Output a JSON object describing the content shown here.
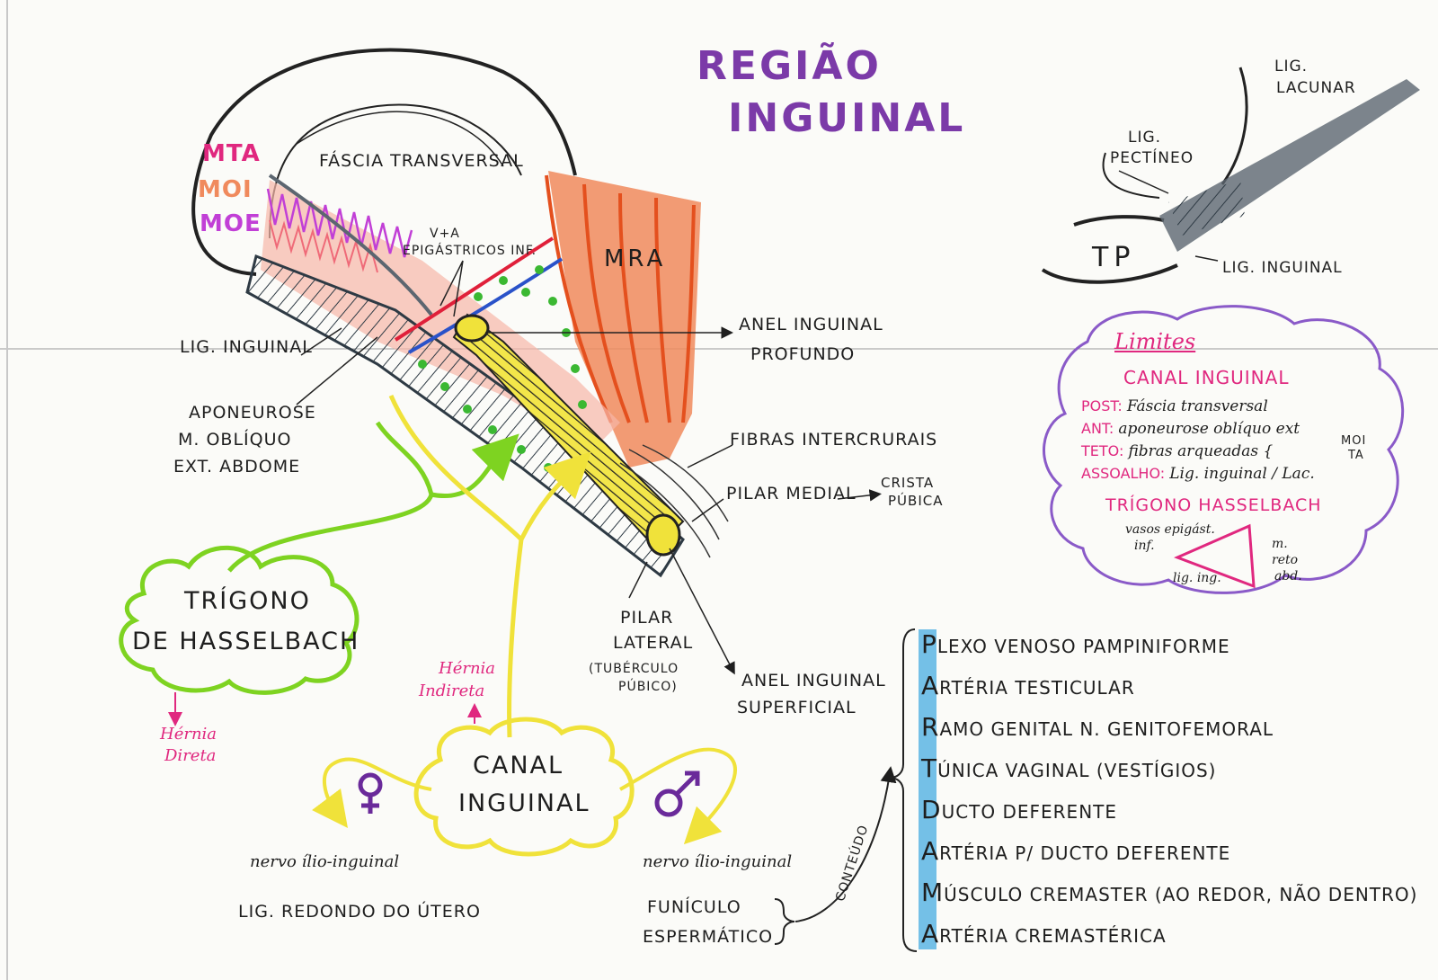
{
  "title": {
    "line1": "REGIÃO",
    "line2": "INGUINAL"
  },
  "muscles": {
    "mta": "MTA",
    "moi": "MOI",
    "moe": "MOE",
    "mra": "MRA"
  },
  "labels": {
    "fascia_transversal": "FÁSCIA TRANSVERSAL",
    "vasos_epigastricos_1": "V+A",
    "vasos_epigastricos_2": "EPIGÁSTRICOS INF.",
    "lig_inguinal": "LIG. INGUINAL",
    "aponeurose_1": "APONEUROSE",
    "aponeurose_2": "M. OBLÍQUO",
    "aponeurose_3": "EXT. ABDOME",
    "anel_profundo_1": "ANEL INGUINAL",
    "anel_profundo_2": "PROFUNDO",
    "fibras_intercrurais": "FIBRAS INTERCRURAIS",
    "pilar_medial": "PILAR MEDIAL",
    "crista_1": "CRISTA",
    "crista_2": "PÚBICA",
    "pilar_lateral_1": "PILAR",
    "pilar_lateral_2": "LATERAL",
    "tuberculo_1": "(TUBÉRCULO",
    "tuberculo_2": "PÚBICO)",
    "anel_superficial_1": "ANEL INGUINAL",
    "anel_superficial_2": "SUPERFICIAL"
  },
  "inset": {
    "lig_lacunar_1": "LIG.",
    "lig_lacunar_2": "LACUNAR",
    "lig_pectineo_1": "LIG.",
    "lig_pectineo_2": "PECTÍNEO",
    "tp": "TP",
    "lig_inguinal": "LIG. INGUINAL"
  },
  "limites": {
    "heading": "Limites",
    "subheading": "CANAL INGUINAL",
    "rows": [
      {
        "key": "POST:",
        "value": "Fáscia transversal"
      },
      {
        "key": "ANT:",
        "value": "aponeurose oblíquo ext"
      },
      {
        "key": "TETO:",
        "value": "fibras arqueadas {"
      },
      {
        "key": "ASSOALHO:",
        "value": "Lig. inguinal / Lac."
      }
    ],
    "teto_extra": {
      "moi": "MOI",
      "ta": "TA"
    },
    "trigono_heading": "TRÍGONO HASSELBACH",
    "tri_vasos_1": "vasos epigást.",
    "tri_vasos_2": "inf.",
    "tri_mreto_1": "m.",
    "tri_mreto_2": "reto",
    "tri_mreto_3": "abd.",
    "tri_lig": "lig. ing."
  },
  "trigono": {
    "line1": "TRÍGONO",
    "line2": "DE HASSELBACH",
    "hernia_1": "Hérnia",
    "hernia_2": "Direta"
  },
  "canal": {
    "line1": "CANAL",
    "line2": "INGUINAL",
    "hernia_1": "Hérnia",
    "hernia_2": "Indireta",
    "female_content_1": "nervo ílio-inguinal",
    "female_content_2": "LIG. REDONDO DO ÚTERO",
    "male_content_1": "nervo ílio-inguinal",
    "male_content_2": "FUNÍCULO",
    "male_content_3": "ESPERMÁTICO",
    "conteudo": "CONTEÚDO"
  },
  "contents": [
    {
      "initial": "P",
      "rest": "LEXO VENOSO PAMPINIFORME"
    },
    {
      "initial": "A",
      "rest": "RTÉRIA TESTICULAR"
    },
    {
      "initial": "R",
      "rest": "AMO GENITAL N. GENITOFEMORAL"
    },
    {
      "initial": "T",
      "rest": "ÚNICA VAGINAL (VESTÍGIOS)"
    },
    {
      "initial": "D",
      "rest": "UCTO DEFERENTE"
    },
    {
      "initial": "A",
      "rest": "RTÉRIA P/ DUCTO DEFERENTE"
    },
    {
      "initial": "M",
      "rest": "ÚSCULO CREMASTER (AO REDOR, NÃO DENTRO)"
    },
    {
      "initial": "A",
      "rest": "RTÉRIA CREMASTÉRICA"
    }
  ],
  "colors": {
    "ink": "#1e1e1e",
    "purple": "#7b3aa8",
    "pink": "#e0287f",
    "green": "#7ed321",
    "yellow": "#f0e23a",
    "orange": "#f08a5d",
    "blue": "#3ba7e0",
    "gray": "#5c6670"
  }
}
